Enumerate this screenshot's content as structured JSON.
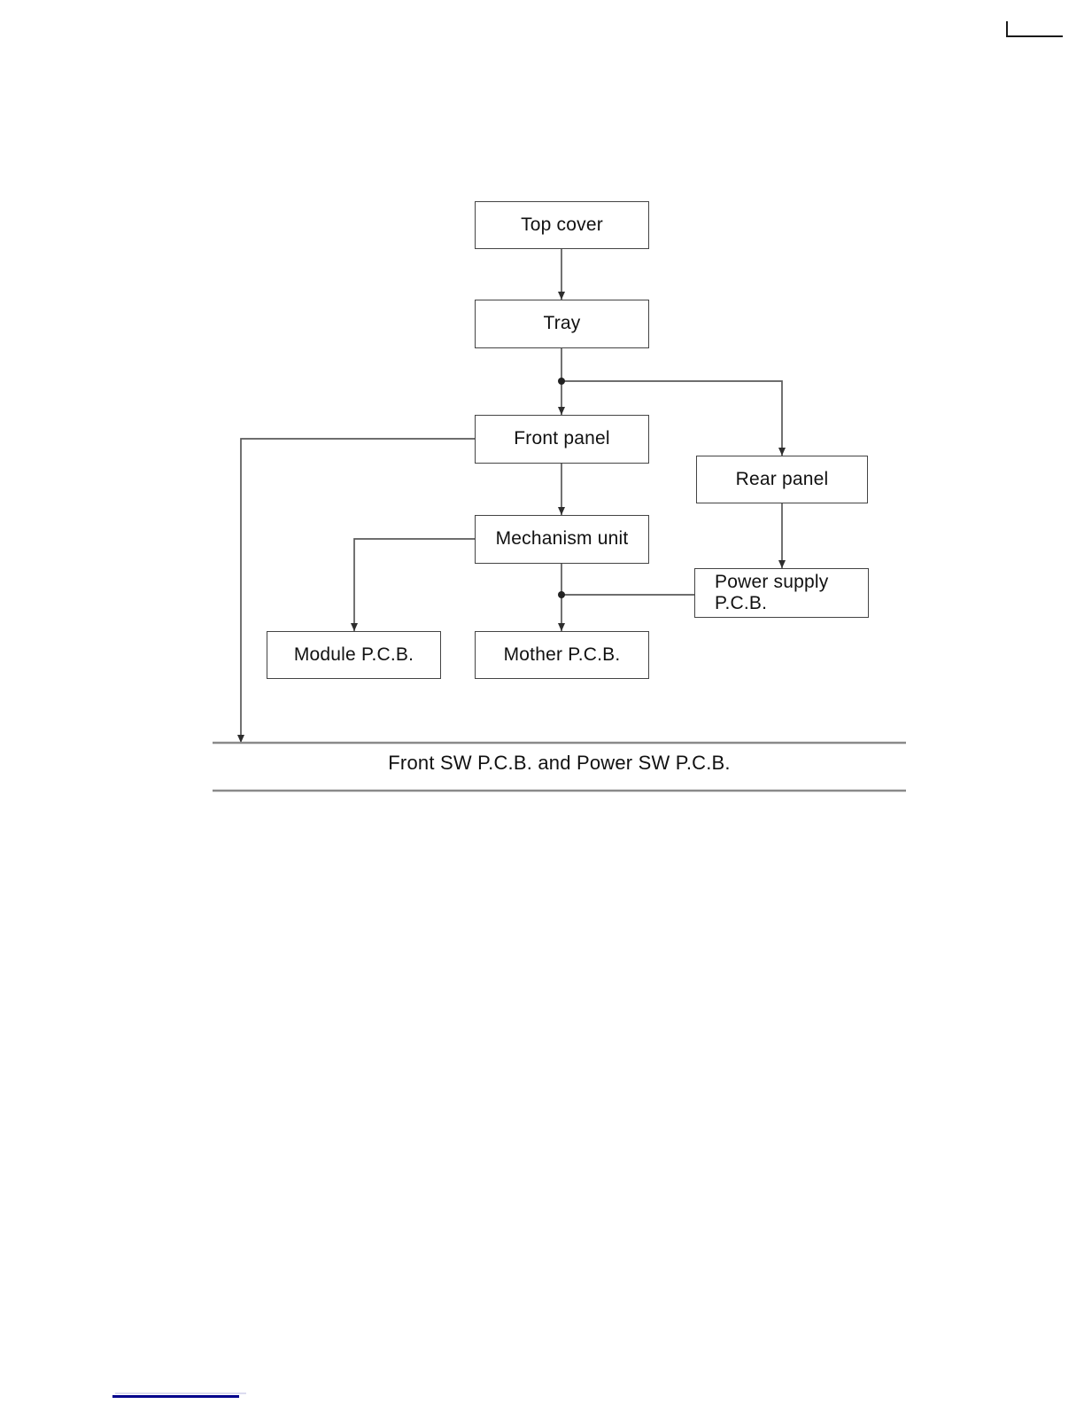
{
  "page": {
    "page_background": "#ffffff"
  },
  "colors": {
    "page_background": "#ffffff",
    "box_border": "#444444",
    "connector": "#5a5a5a",
    "rule": "#8a8a8a",
    "text": "#111111",
    "accent_line": "#00008b",
    "accent_line_light": "#dcdcf0"
  },
  "nodes": {
    "top_cover": {
      "label": "Top cover"
    },
    "tray": {
      "label": "Tray"
    },
    "front_panel": {
      "label": "Front panel"
    },
    "rear_panel": {
      "label": "Rear panel"
    },
    "mechanism_unit": {
      "label": "Mechanism unit"
    },
    "power_supply_pcb": {
      "label": "Power supply\nP.C.B."
    },
    "module_pcb": {
      "label": "Module P.C.B."
    },
    "mother_pcb": {
      "label": "Mother P.C.B."
    }
  },
  "footer_section": {
    "label": "Front SW P.C.B. and Power SW P.C.B."
  },
  "edges": [
    {
      "from": "Top cover",
      "to": "Tray"
    },
    {
      "from": "Tray",
      "to": "Front panel"
    },
    {
      "from": "Tray",
      "to": "Rear panel"
    },
    {
      "from": "Front panel",
      "to": "Mechanism unit"
    },
    {
      "from": "Front panel",
      "to": "Front SW P.C.B. and Power SW P.C.B."
    },
    {
      "from": "Rear panel",
      "to": "Power supply P.C.B."
    },
    {
      "from": "Mechanism unit",
      "to": "Module P.C.B."
    },
    {
      "from": "Mechanism unit",
      "to": "Mother P.C.B."
    },
    {
      "from": "Power supply P.C.B.",
      "to": "Mother P.C.B."
    }
  ]
}
